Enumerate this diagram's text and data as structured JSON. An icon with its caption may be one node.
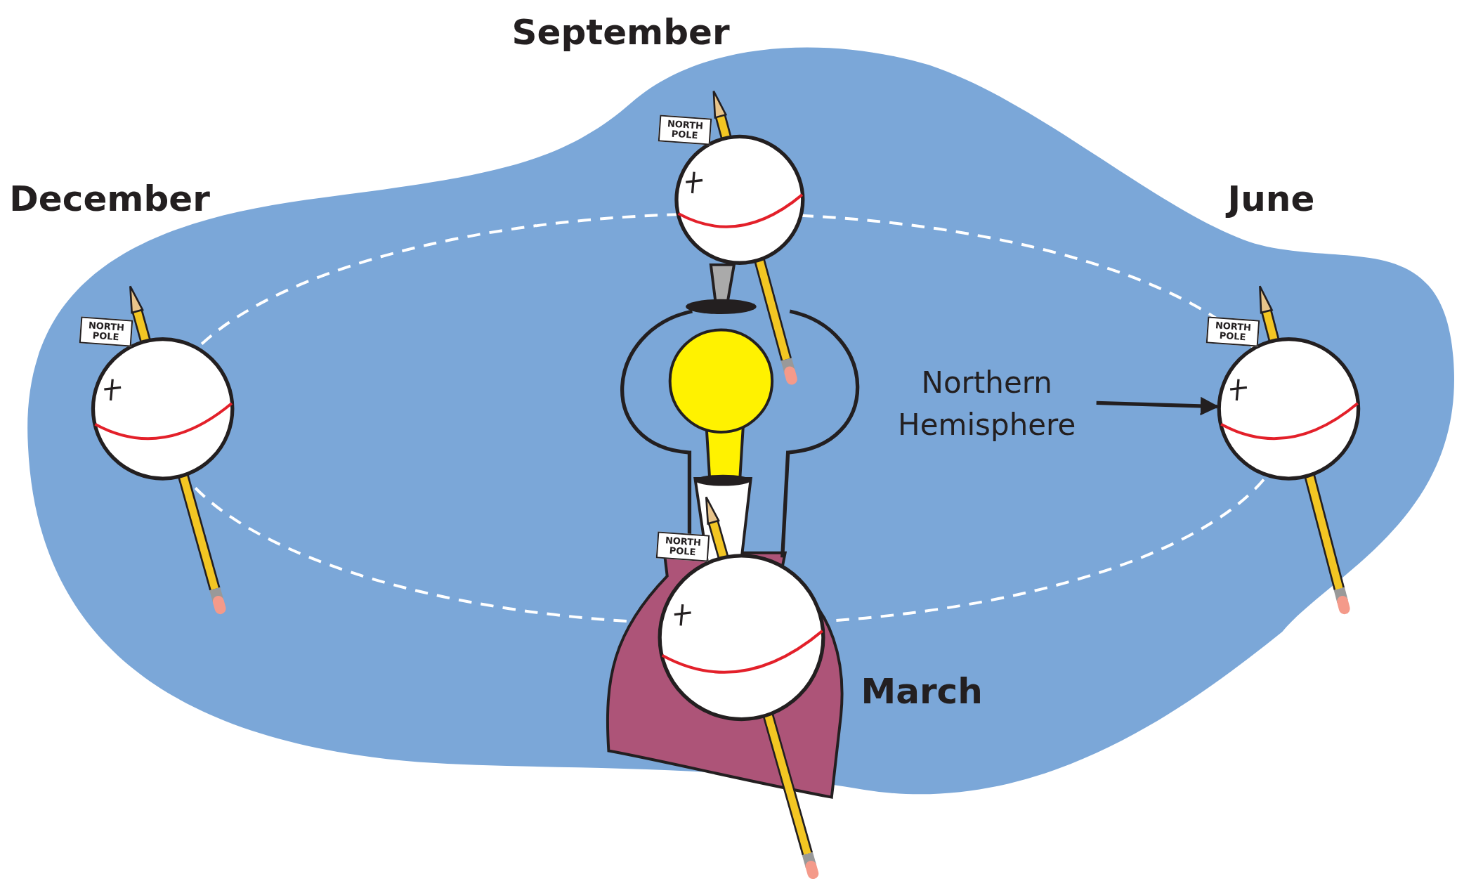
{
  "diagram": {
    "nodes": [
      {
        "text": [
          "Northern Hemisphere"
        ]
      },
      {
        "text": [],
        "shape": "circle"
      }
    ],
    "edges": [
      {
        "from": 0,
        "to": 1,
        "arrow": "to"
      }
    ],
    "labels": [
      "September",
      "NORTH POLE",
      "December",
      "June",
      "NORTH POLE",
      "NORTH POLE",
      "NORTH POLE",
      "March"
    ]
  }
}
